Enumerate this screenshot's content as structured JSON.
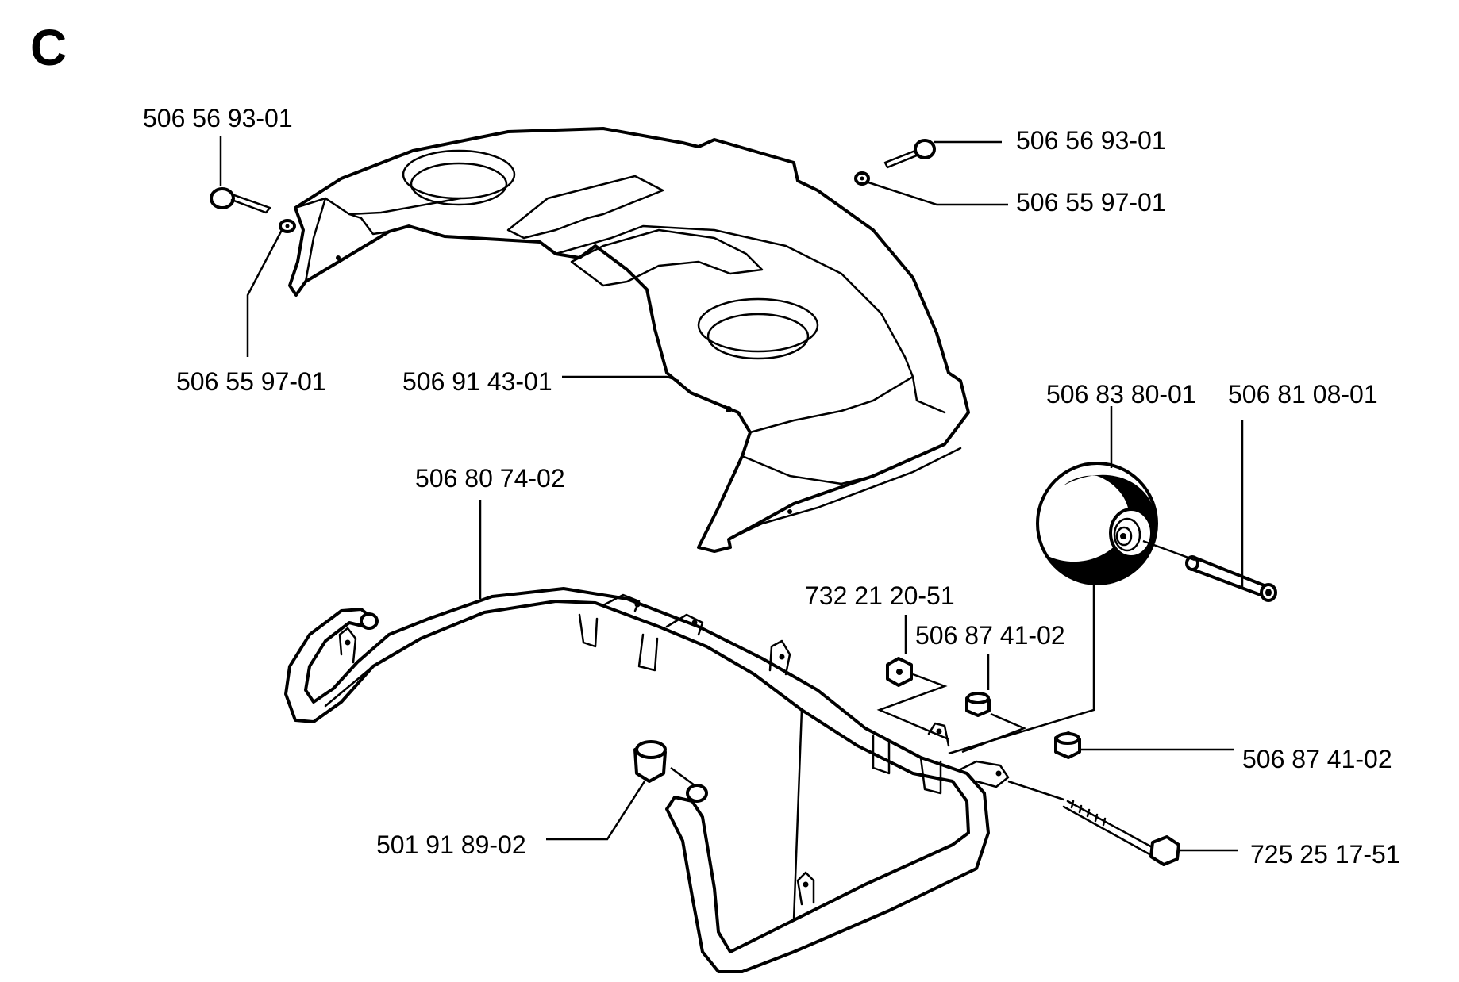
{
  "section": {
    "letter": "C"
  },
  "parts": {
    "bolt_top_left": "506 56 93-01",
    "washer_top_left": "506 55 97-01",
    "bolt_top_right": "506 56 93-01",
    "washer_top_right": "506 55 97-01",
    "cover": "506 91 43-01",
    "wheel": "506 83 80-01",
    "axle": "506 81 08-01",
    "frame": "506 80 74-02",
    "nut": "732 21 20-51",
    "spacer_upper": "506 87 41-02",
    "spacer_right": "506 87 41-02",
    "sleeve": "501 91 89-02",
    "long_bolt": "725 25 17-51"
  },
  "colors": {
    "line": "#000000",
    "background": "#ffffff"
  }
}
